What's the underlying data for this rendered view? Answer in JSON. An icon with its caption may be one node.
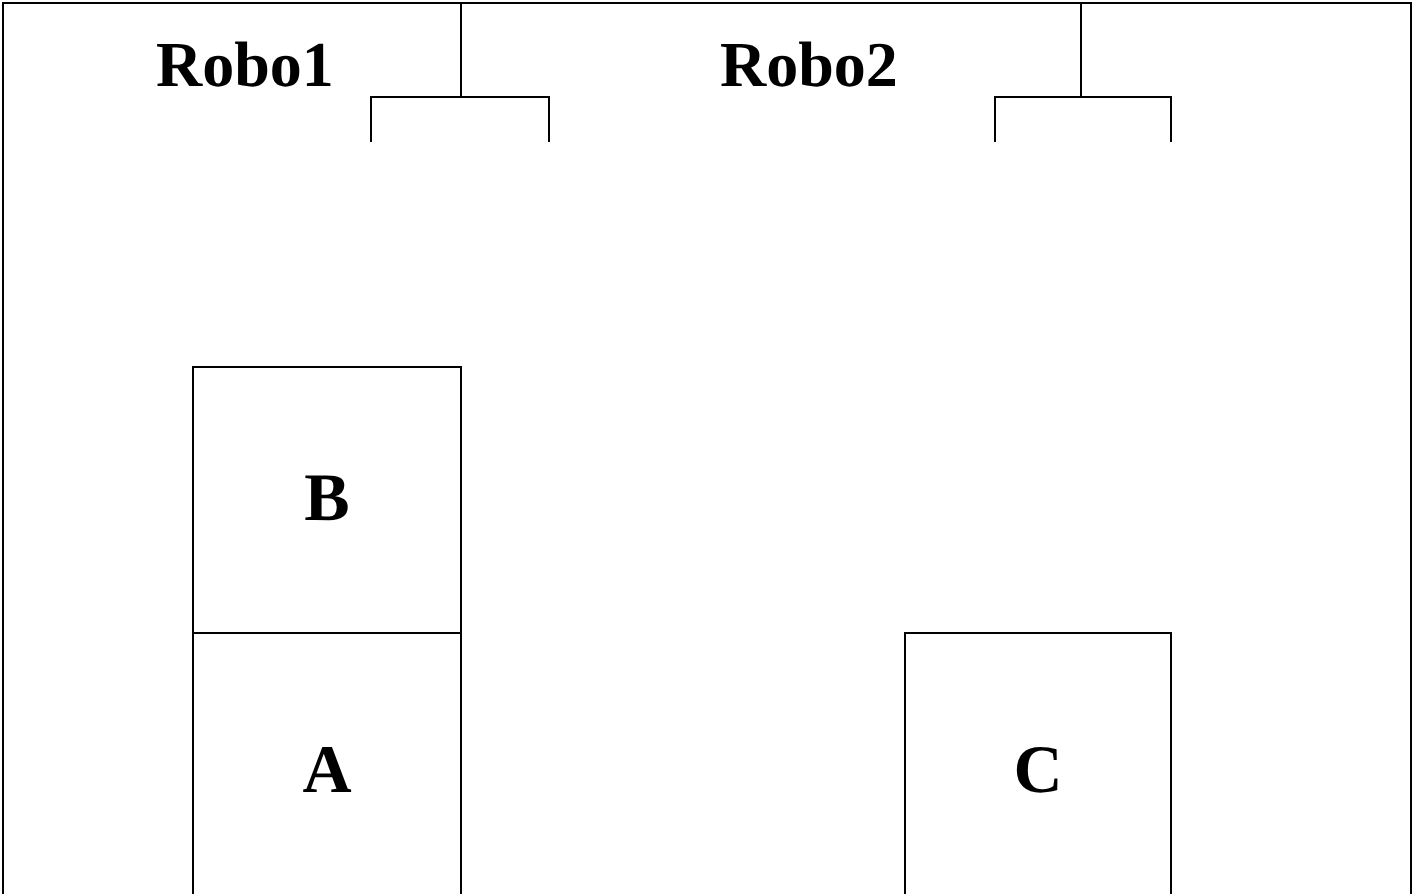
{
  "diagram": {
    "nodes": [
      {
        "text": [
          "B"
        ]
      },
      {
        "text": [
          "A"
        ]
      },
      {
        "text": [
          "C"
        ]
      }
    ],
    "labels": [
      "Robo1",
      "Robo2"
    ]
  }
}
